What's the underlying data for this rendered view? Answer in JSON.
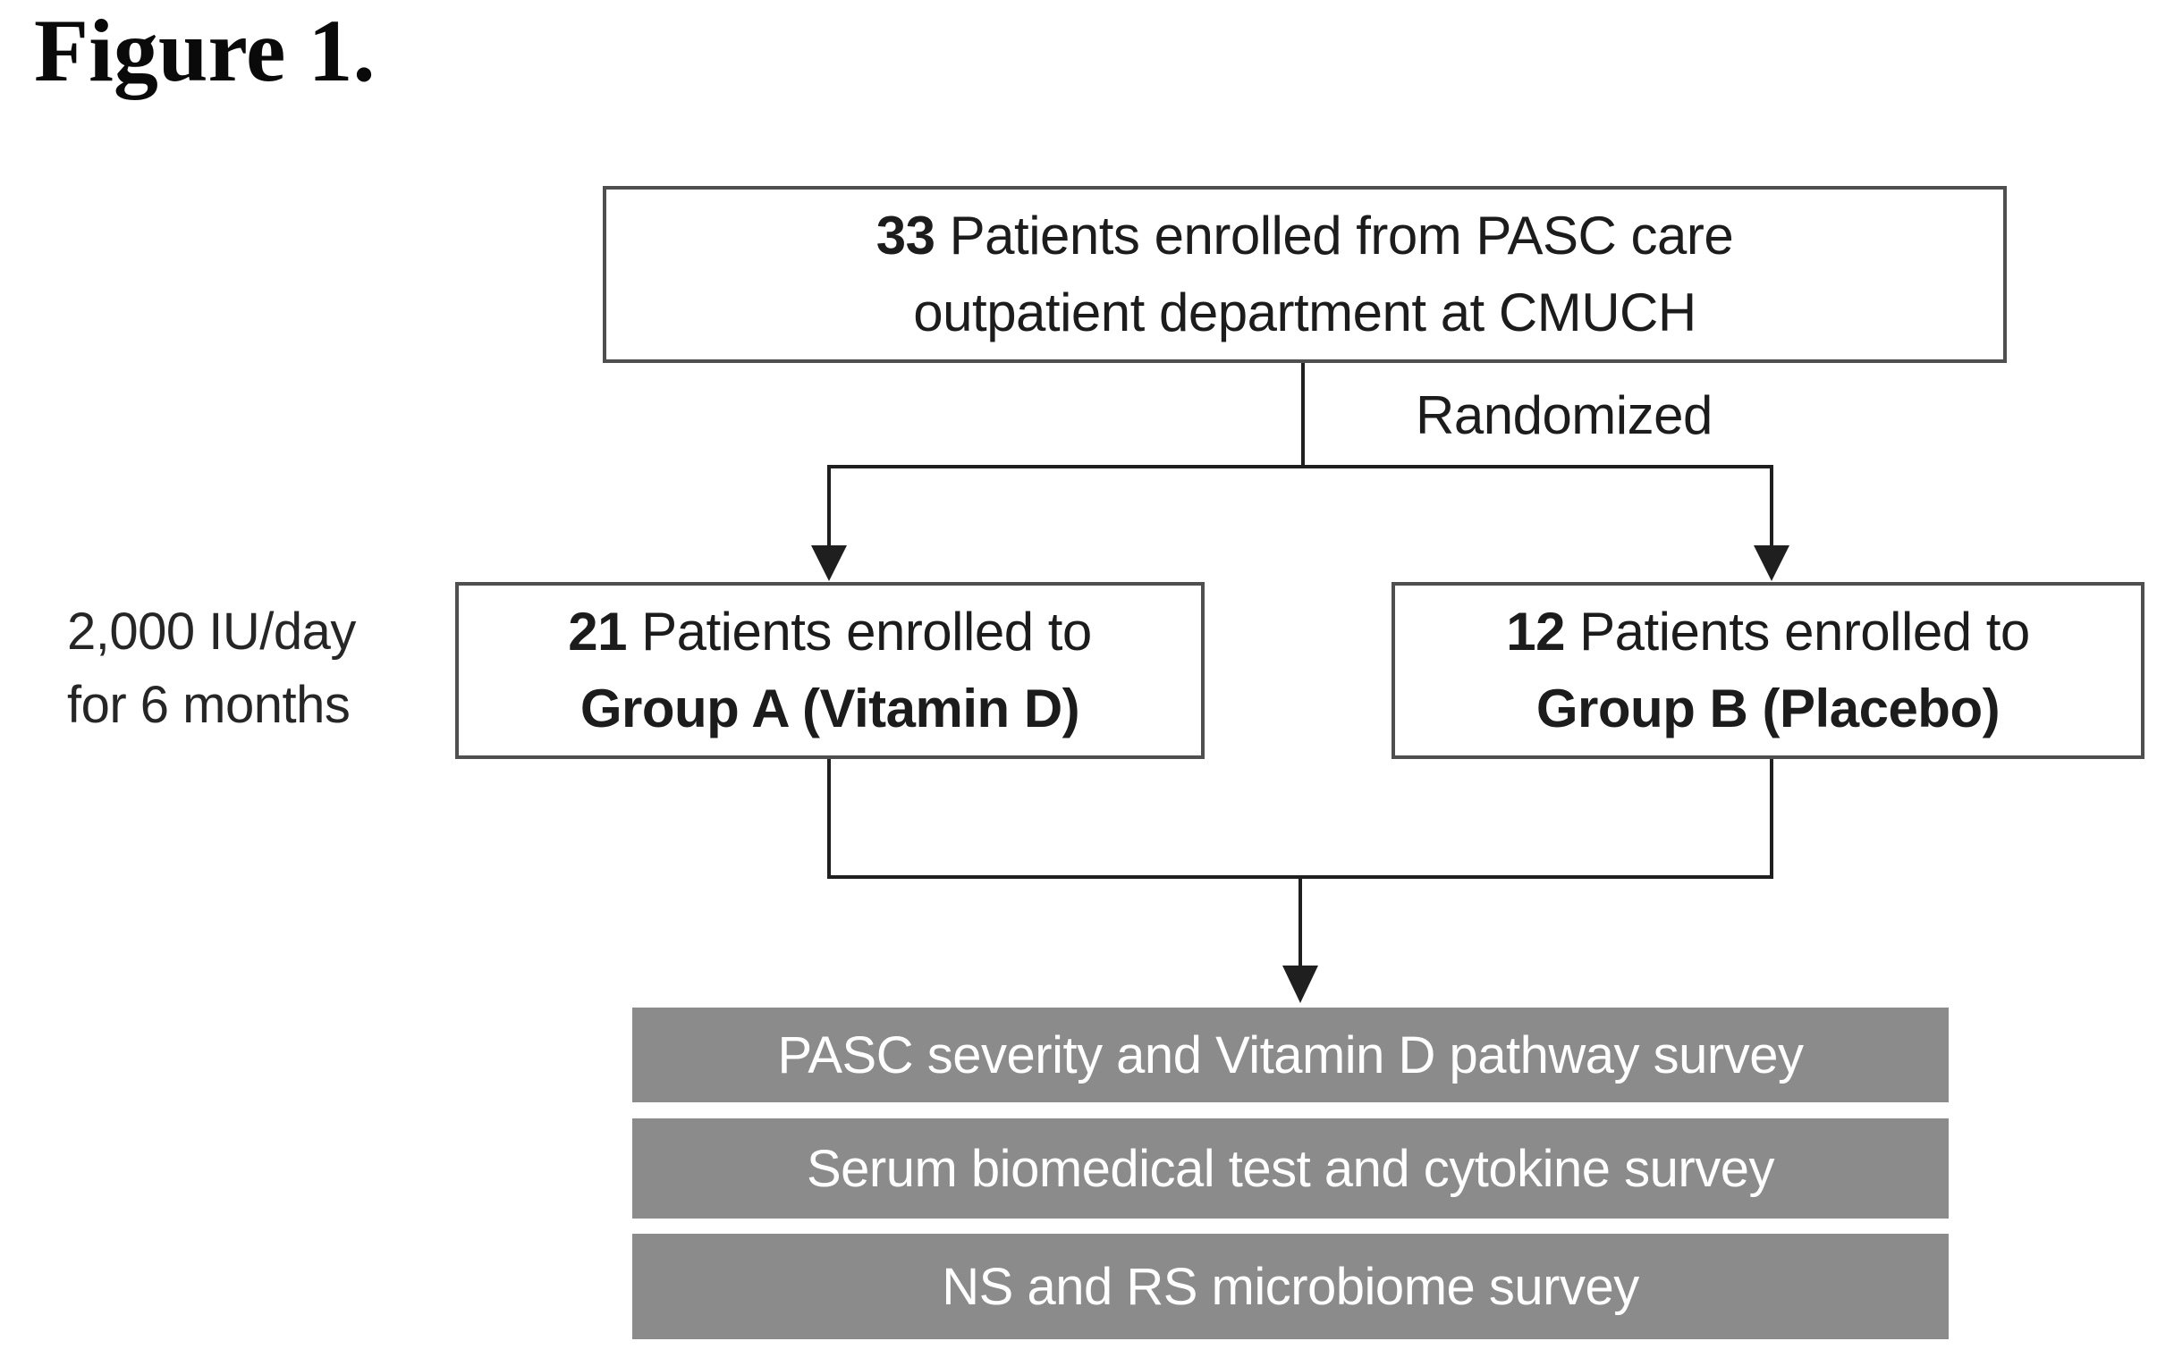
{
  "figure_title": "Figure 1.",
  "flowchart": {
    "enrollment_box": {
      "count": "33",
      "line1_rest": " Patients enrolled from PASC care",
      "line2": "outpatient department at CMUCH"
    },
    "randomized_label": "Randomized",
    "dose_note": {
      "line1": "2,000 IU/day",
      "line2": "for 6 months"
    },
    "group_a_box": {
      "count": "21",
      "line1_rest": " Patients enrolled to",
      "line2": "Group A (Vitamin D)"
    },
    "group_b_box": {
      "count": "12",
      "line1_rest": " Patients enrolled to",
      "line2": "Group B (Placebo)"
    },
    "outcome_boxes": [
      "PASC severity and Vitamin D pathway survey",
      "Serum biomedical test and cytokine survey",
      "NS and RS microbiome survey"
    ]
  },
  "colors": {
    "background": "#ffffff",
    "box_border": "#4f4f4f",
    "box_text": "#1c1c1c",
    "connector": "#1f1f1f",
    "outcome_box_bg": "#8b8b8b",
    "outcome_box_text": "#ffffff",
    "title_color": "#0a0a0a"
  }
}
